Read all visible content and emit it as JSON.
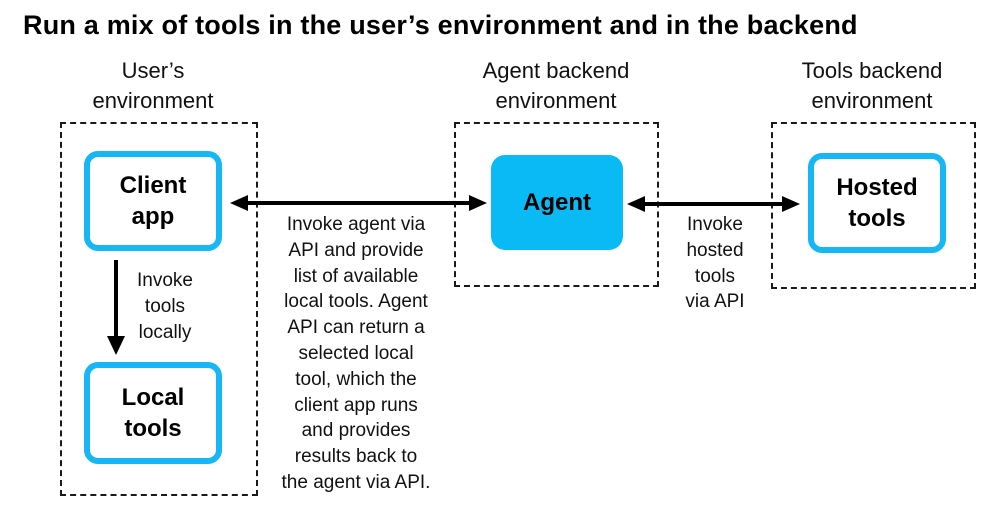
{
  "title": "Run a mix of tools in the user’s environment and in the backend",
  "environments": {
    "user": {
      "label_line1": "User’s",
      "label_line2": "environment"
    },
    "agent_backend": {
      "label_line1": "Agent backend",
      "label_line2": "environment"
    },
    "tools_backend": {
      "label_line1": "Tools backend",
      "label_line2": "environment"
    }
  },
  "nodes": {
    "client_app": "Client\napp",
    "local_tools": "Local\ntools",
    "agent": "Agent",
    "hosted_tools": "Hosted\ntools"
  },
  "notes": {
    "invoke_local": "Invoke\ntools\nlocally",
    "invoke_agent": "Invoke agent via\nAPI and provide\nlist of available\nlocal tools. Agent\nAPI can return a\nselected local\ntool, which the\nclient app runs\nand provides\nresults back to\nthe agent via API.",
    "invoke_hosted": "Invoke\nhosted\ntools\nvia API"
  },
  "colors": {
    "accent": "#16b7f4",
    "agent_fill": "#0abaf5",
    "line": "#000000"
  }
}
